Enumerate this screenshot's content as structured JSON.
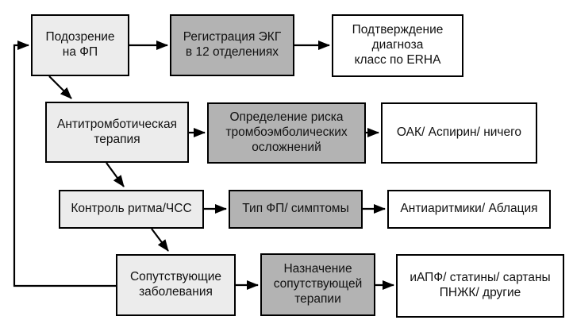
{
  "colors": {
    "background": "#ffffff",
    "node_light": "#ececec",
    "node_gray": "#b3b3b3",
    "node_white": "#ffffff",
    "border": "#000000",
    "arrow": "#000000",
    "text": "#111111"
  },
  "nodes": {
    "suspicion": {
      "label": "Подозрение\nна ФП",
      "variant": "light"
    },
    "ecg": {
      "label": "Регистрация ЭКГ\nв 12 отделениях",
      "variant": "gray"
    },
    "confirmation": {
      "label": "Подтверждение\nдиагноза\nкласс по ERHA",
      "variant": "white"
    },
    "antithrombotic": {
      "label": "Антитромботическая\nтерапия",
      "variant": "light"
    },
    "risk": {
      "label": "Определение риска\nтромбоэмболических\nосложнений",
      "variant": "gray"
    },
    "oak": {
      "label": "ОАК/ Аспирин/ ничего",
      "variant": "white"
    },
    "rate_control": {
      "label": "Контроль ритма/ЧСС",
      "variant": "light"
    },
    "af_type": {
      "label": "Тип ФП/ симптомы",
      "variant": "gray"
    },
    "antiarrhythmic": {
      "label": "Антиаритмики/ Аблация",
      "variant": "white"
    },
    "comorbidities": {
      "label": "Сопутствующие\nзаболевания",
      "variant": "light"
    },
    "assign_therapy": {
      "label": "Назначение\nсопутствующей\nтерапии",
      "variant": "gray"
    },
    "acei": {
      "label": "иАПФ/ статины/ сартаны\nПНЖК/ другие",
      "variant": "white"
    }
  }
}
